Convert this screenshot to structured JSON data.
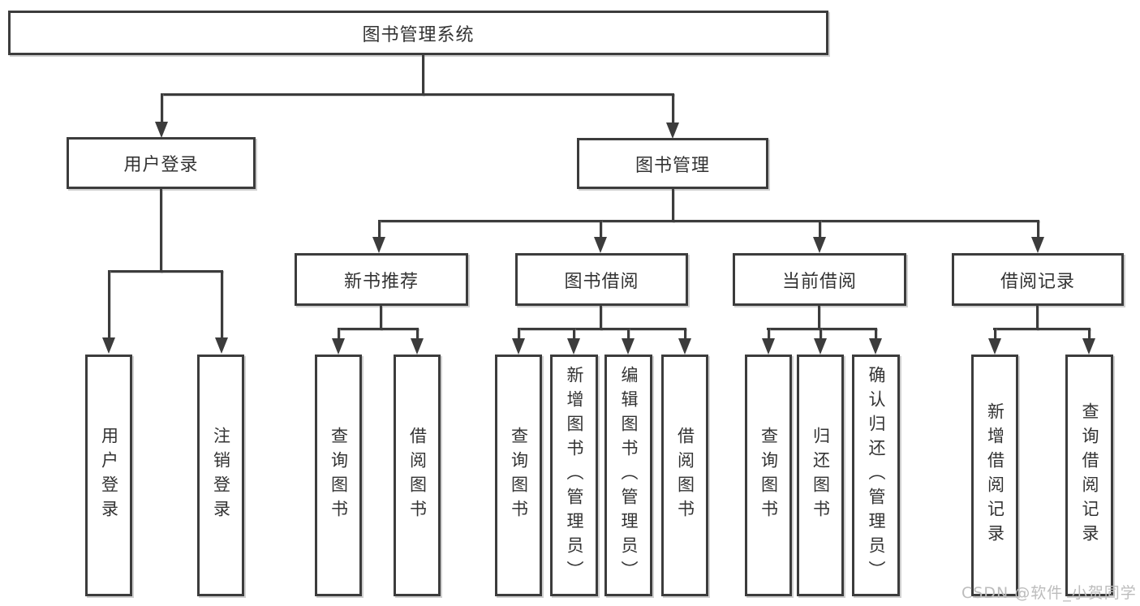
{
  "diagram": {
    "title": "图书管理系统",
    "colors": {
      "line": "#3c3c3c",
      "text": "#333333",
      "background": "#ffffff",
      "watermark": "#bcbcbc"
    },
    "root": {
      "label": "图书管理系统"
    },
    "level2": [
      {
        "label": "用户登录"
      },
      {
        "label": "图书管理"
      }
    ],
    "level3": [
      {
        "label": "新书推荐"
      },
      {
        "label": "图书借阅"
      },
      {
        "label": "当前借阅"
      },
      {
        "label": "借阅记录"
      }
    ],
    "leaves": {
      "user_login": [
        "用户登录",
        "注销登录"
      ],
      "new_book": [
        "查询图书",
        "借阅图书"
      ],
      "book_borrow": [
        "查询图书",
        "新增图书（管理员）",
        "编辑图书（管理员）",
        "借阅图书"
      ],
      "current_borrow": [
        "查询图书",
        "归还图书",
        "确认归还（管理员）"
      ],
      "borrow_record": [
        "新增借阅记录",
        "查询借阅记录"
      ]
    },
    "watermark": "CSDN @软件_小贺同学"
  }
}
